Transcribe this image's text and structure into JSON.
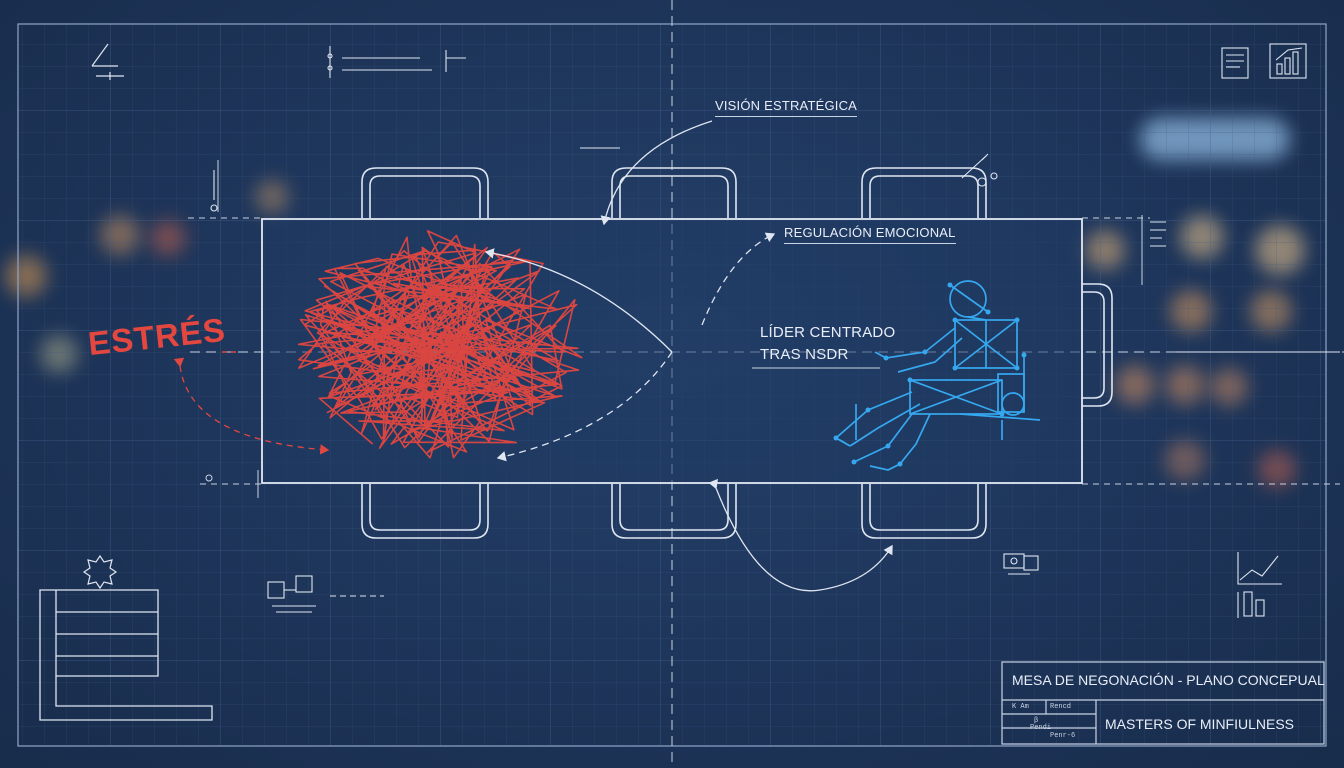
{
  "labels": {
    "stress": "ESTRÉS",
    "strategic_vision": "VISIÓN ESTRATÉGICA",
    "emotional_regulation": "REGULACIÓN EMOCIONAL",
    "centered_leader_line1": "LÍDER CENTRADO",
    "centered_leader_line2": "TRAS NSDR"
  },
  "title_block": {
    "title": "MESA DE NEGONACIÓN - PLANO CONCEPUAL",
    "brand": "MASTERS OF MINFIULNESS",
    "small_cells": [
      "K Am",
      "Rencd",
      "β",
      "Pendi",
      "Penr-6"
    ]
  },
  "colors": {
    "background": "#1f375d",
    "grid": "#3d5a85",
    "line": "#c9d3e3",
    "stress": "#e4473f",
    "leader": "#35a8f0"
  },
  "icons": [
    "triangle-icon",
    "chart-icon",
    "document-icon",
    "gear-icon",
    "camera-icon",
    "bar-chart-icon"
  ]
}
